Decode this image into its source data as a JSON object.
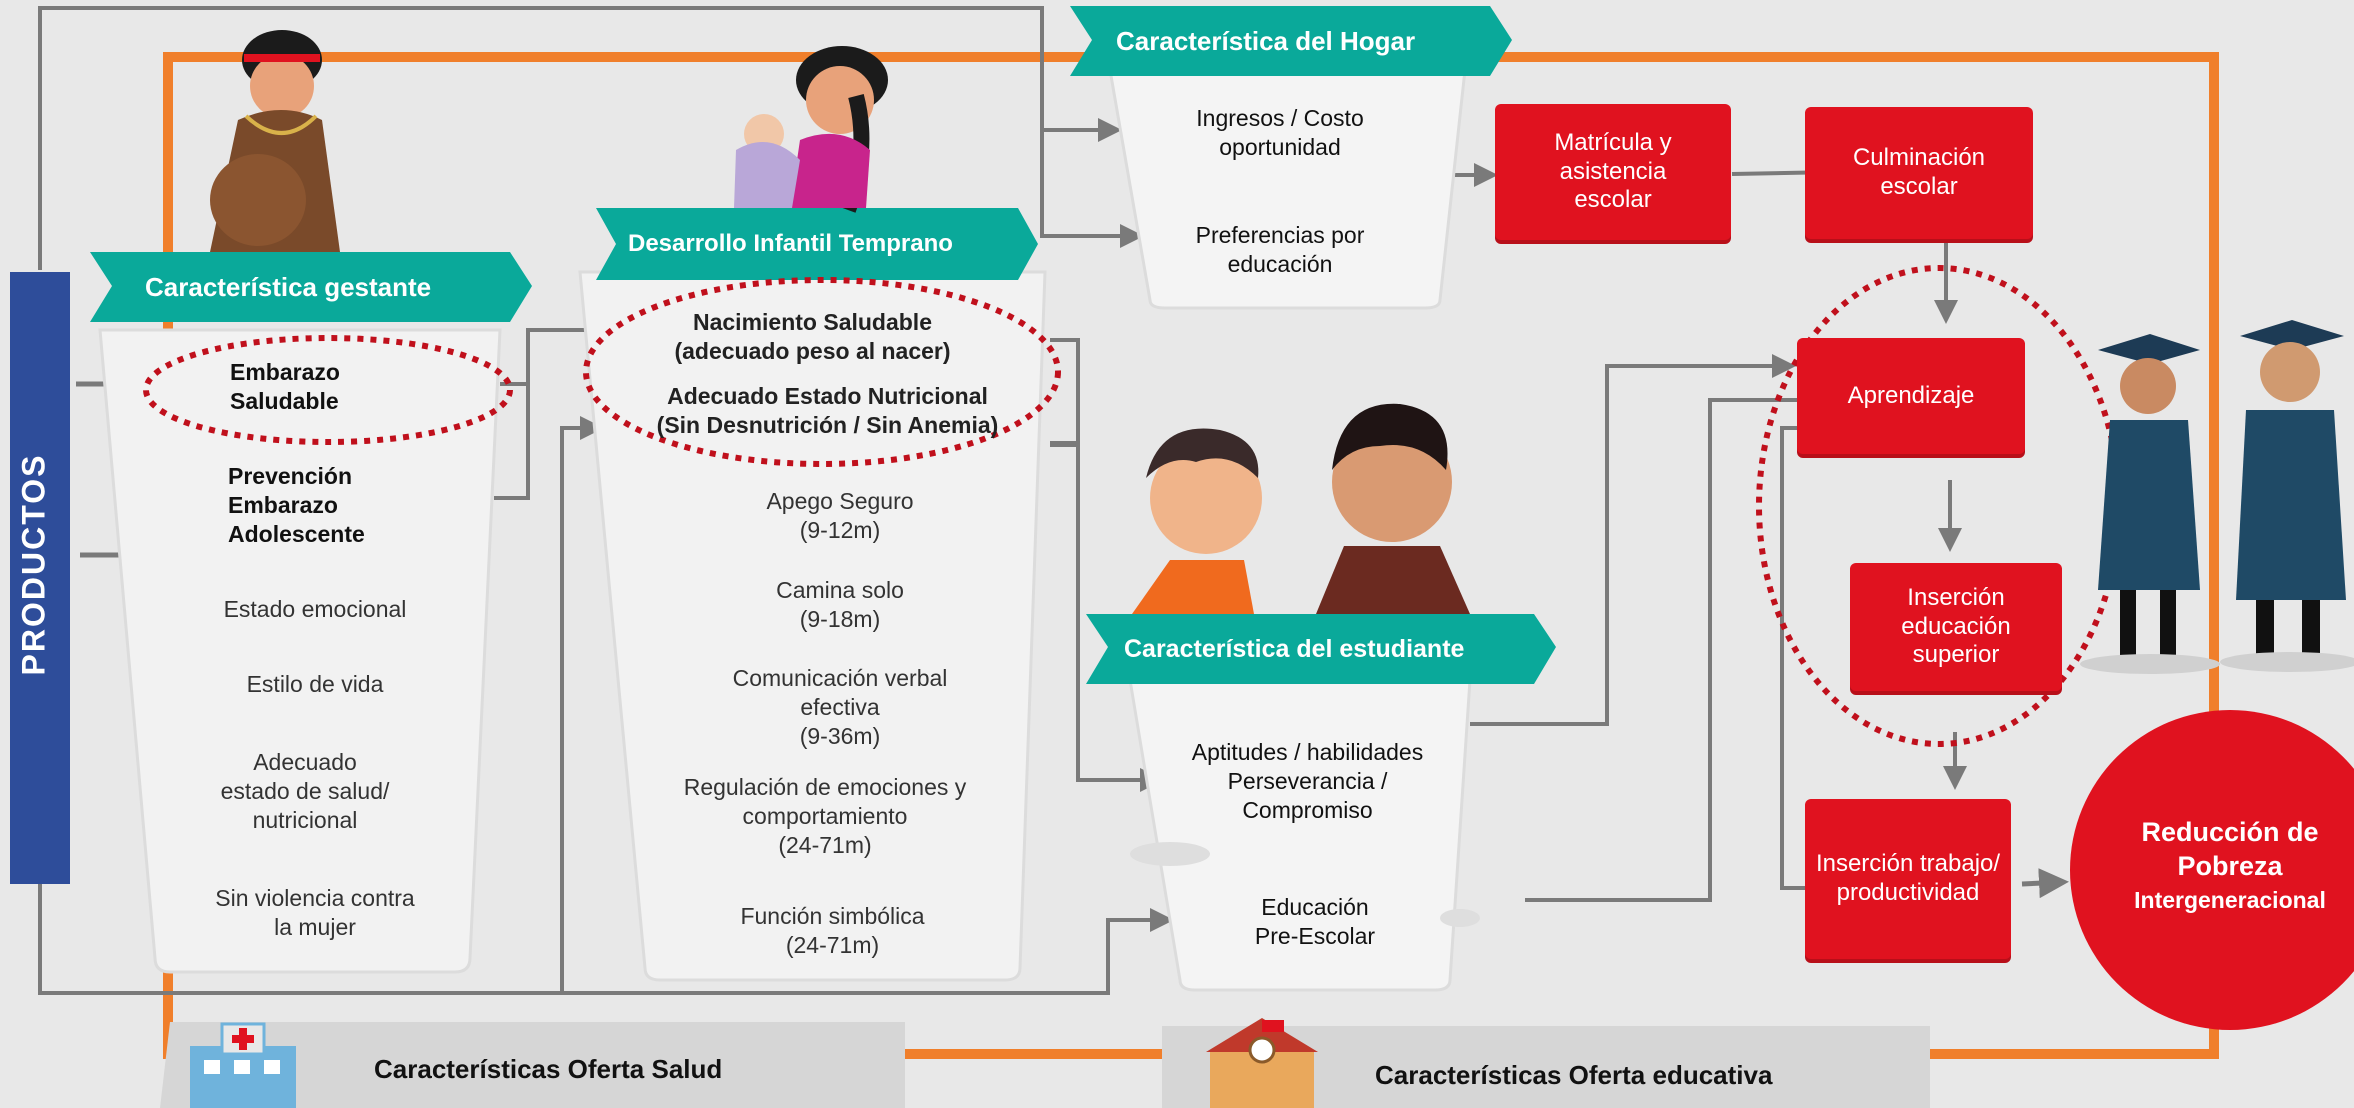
{
  "side_label": "PRODUCTOS",
  "colors": {
    "teal": "#0aa99a",
    "red": "#e0121f",
    "orange": "#f07f2b",
    "blue": "#2e4d9a",
    "dotted_red": "#c0101c"
  },
  "gestante": {
    "title": "Característica gestante",
    "items": {
      "embarazo": "Embarazo\nSaludable",
      "prevencion": "Prevención\nEmbarazo\nAdolescente",
      "emocional": "Estado emocional",
      "estilo": "Estilo de vida",
      "salud": "Adecuado\nestado de salud/\nnutricional",
      "violencia": "Sin violencia contra\nla mujer"
    }
  },
  "dit": {
    "title": "Desarrollo Infantil Temprano",
    "items": {
      "nacimiento": "Nacimiento Saludable\n(adecuado peso al nacer)",
      "nutricional": "Adecuado Estado Nutricional\n(Sin Desnutrición / Sin Anemia)",
      "apego": "Apego Seguro\n(9-12m)",
      "camina": "Camina solo\n(9-18m)",
      "comunicacion": "Comunicación verbal\nefectiva\n(9-36m)",
      "regulacion": "Regulación de emociones y\ncomportamiento\n(24-71m)",
      "simbolica": "Función simbólica\n(24-71m)"
    }
  },
  "hogar": {
    "title": "Característica del Hogar",
    "items": {
      "ingresos": "Ingresos / Costo\noportunidad",
      "preferencias": "Preferencias por\neducación"
    }
  },
  "estudiante": {
    "title": "Característica del estudiante",
    "items": {
      "aptitudes": "Aptitudes / habilidades\nPerseverancia /\nCompromiso",
      "preescolar": "Educación\nPre-Escolar"
    }
  },
  "outcomes": {
    "matricula": "Matrícula y\nasistencia\nescolar",
    "culminacion": "Culminación\nescolar",
    "aprendizaje": "Aprendizaje",
    "superior": "Inserción\neducación\nsuperior",
    "trabajo": "Inserción trabajo/\nproductividad"
  },
  "final": {
    "line1": "Reducción de\nPobreza",
    "line2": "Intergeneracional"
  },
  "footer": {
    "salud": "Características  Oferta Salud",
    "educativa": "Características  Oferta educativa"
  }
}
